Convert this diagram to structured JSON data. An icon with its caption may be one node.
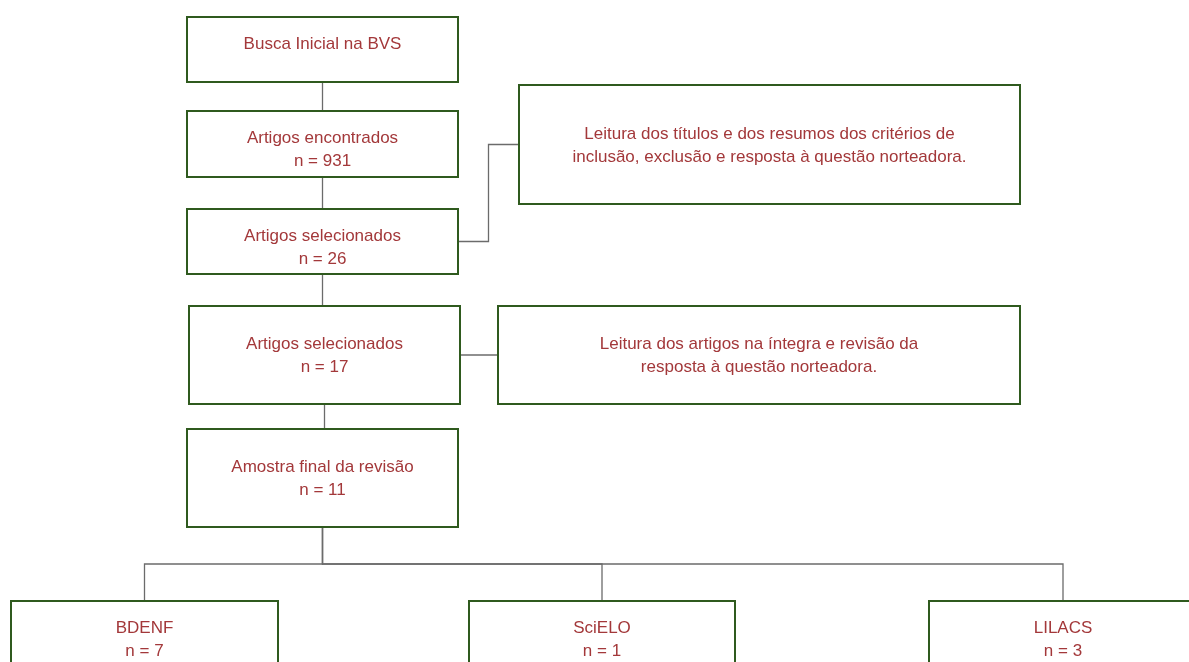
{
  "diagram": {
    "nodes": [
      {
        "text": [
          "Busca Inicial na BVS"
        ]
      },
      {
        "text": [
          "Artigos encontrados",
          "n = 931"
        ]
      },
      {
        "text": [
          "Artigos selecionados",
          "n = 26"
        ]
      },
      {
        "text": [
          "Leitura dos títulos e dos resumos dos critérios de inclusão, exclusão e resposta à questão norteadora."
        ]
      },
      {
        "text": [
          "Artigos selecionados",
          "n = 17"
        ]
      },
      {
        "text": [
          "Leitura dos artigos na íntegra e revisão da resposta à questão norteadora."
        ]
      },
      {
        "text": [
          "Amostra final da revisão",
          "n = 11"
        ]
      },
      {
        "text": [
          "BDENF",
          "n = 7"
        ]
      },
      {
        "text": [
          "SciELO",
          "n = 1"
        ]
      },
      {
        "text": [
          "LILACS",
          "n = 3"
        ]
      }
    ],
    "edges": [
      {
        "from": 0,
        "to": 1,
        "arrow": "none"
      },
      {
        "from": 1,
        "to": 2,
        "arrow": "none"
      },
      {
        "from": 2,
        "to": 3,
        "arrow": "none"
      },
      {
        "from": 2,
        "to": 4,
        "arrow": "none"
      },
      {
        "from": 4,
        "to": 5,
        "arrow": "none"
      },
      {
        "from": 4,
        "to": 6,
        "arrow": "none"
      },
      {
        "from": 6,
        "to": 7,
        "arrow": "none"
      },
      {
        "from": 6,
        "to": 8,
        "arrow": "none"
      },
      {
        "from": 6,
        "to": 9,
        "arrow": "none"
      }
    ]
  }
}
